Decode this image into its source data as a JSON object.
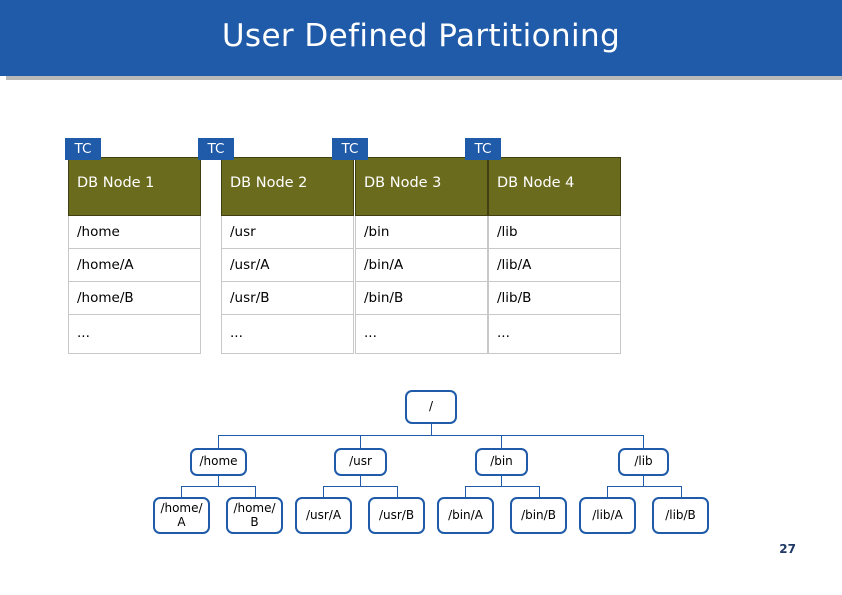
{
  "slide": {
    "title": "User Defined Partitioning",
    "page_number": "27",
    "accent_color": "#1F5BA8",
    "node_header_color": "#6B6B1E"
  },
  "table": {
    "badge_label": "TC",
    "columns": [
      {
        "header": "DB Node 1",
        "cells": [
          "/home",
          "/home/A",
          "/home/B",
          "..."
        ]
      },
      {
        "header": "DB Node 2",
        "cells": [
          "/usr",
          "/usr/A",
          "/usr/B",
          "..."
        ]
      },
      {
        "header": "DB Node 3",
        "cells": [
          "/bin",
          "/bin/A",
          "/bin/B",
          "..."
        ]
      },
      {
        "header": "DB Node 4",
        "cells": [
          "/lib",
          "/lib/A",
          "/lib/B",
          "..."
        ]
      }
    ]
  },
  "tree": {
    "root": "/",
    "level2": [
      "/home",
      "/usr",
      "/bin",
      "/lib"
    ],
    "level3": [
      "/home/ A",
      "/home/ B",
      "/usr/A",
      "/usr/B",
      "/bin/A",
      "/bin/B",
      "/lib/A",
      "/lib/B"
    ]
  }
}
